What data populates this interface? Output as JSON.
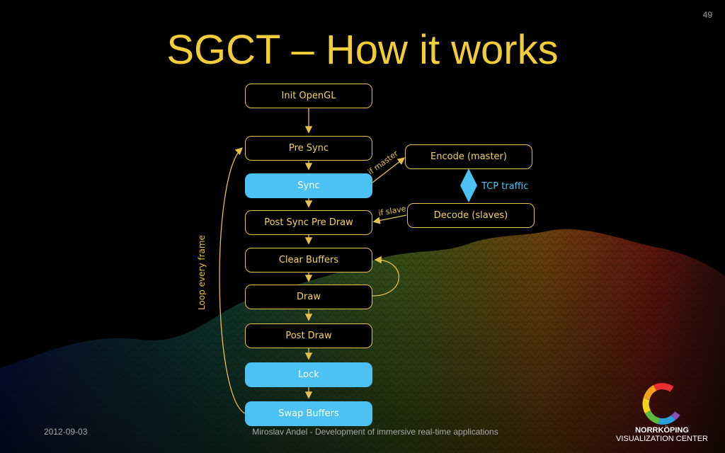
{
  "slide": {
    "number": "49",
    "title": "SGCT – How it works",
    "footer_date": "2012-09-03",
    "footer_text": "Miroslav Andel - Development of immersive real-time applications",
    "logo_line1": "NORRKÖPING",
    "logo_line2": "VISUALIZATION CENTER"
  },
  "flow": {
    "steps": [
      {
        "label": "Init OpenGL",
        "style": "dark"
      },
      {
        "label": "Pre Sync",
        "style": "dark"
      },
      {
        "label": "Sync",
        "style": "highlight"
      },
      {
        "label": "Post Sync Pre Draw",
        "style": "dark"
      },
      {
        "label": "Clear Buffers",
        "style": "dark"
      },
      {
        "label": "Draw",
        "style": "dark"
      },
      {
        "label": "Post Draw",
        "style": "dark"
      },
      {
        "label": "Lock",
        "style": "highlight"
      },
      {
        "label": "Swap Buffers",
        "style": "highlight"
      }
    ],
    "side_nodes": {
      "encode": "Encode (master)",
      "decode": "Decode (slaves)"
    },
    "edge_labels": {
      "if_master": "if master",
      "if_slave": "if slave",
      "tcp": "TCP traffic",
      "loop": "Loop every frame"
    }
  },
  "colors": {
    "accent_yellow": "#f2cd3a",
    "box_border": "#e6c04a",
    "highlight_blue": "#4cc1f3",
    "background": "#000000"
  }
}
